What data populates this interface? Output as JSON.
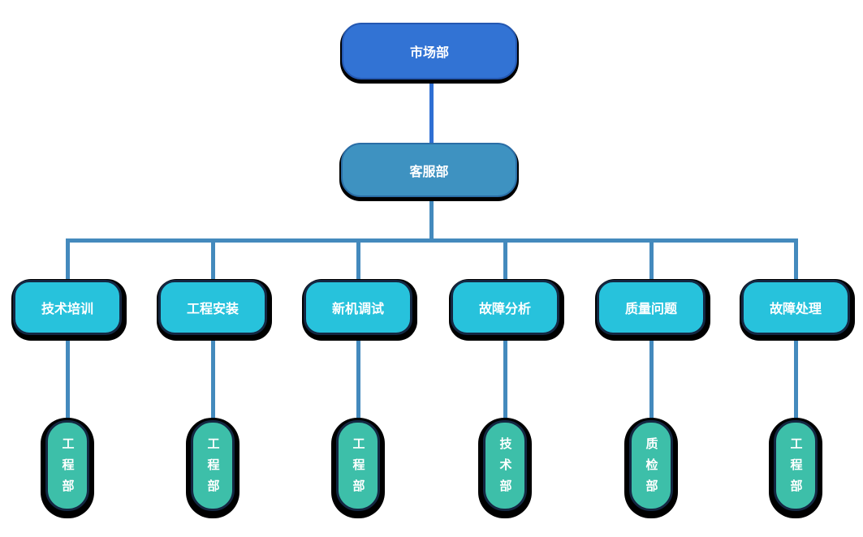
{
  "org_chart": {
    "type": "org-tree",
    "root": {
      "label": "市场部"
    },
    "level2": {
      "label": "客服部"
    },
    "branches": [
      {
        "function": "技术培训",
        "department": "工程部"
      },
      {
        "function": "工程安装",
        "department": "工程部"
      },
      {
        "function": "新机调试",
        "department": "工程部"
      },
      {
        "function": "故障分析",
        "department": "技术部"
      },
      {
        "function": "质量问题",
        "department": "质检部"
      },
      {
        "function": "故障处理",
        "department": "工程部"
      }
    ],
    "colors": {
      "root_fill": "#3273d4",
      "root_border": "#2458b2",
      "level2_fill": "#3e92c1",
      "level2_border": "#2a6da6",
      "function_fill": "#27c2dc",
      "department_fill": "#3dbfa9",
      "node_border_dark": "#142742",
      "connector_primary": "#2f6fd3",
      "connector_secondary": "#448abd",
      "shadow": "#000000",
      "text": "#ffffff",
      "background": "#ffffff"
    }
  }
}
